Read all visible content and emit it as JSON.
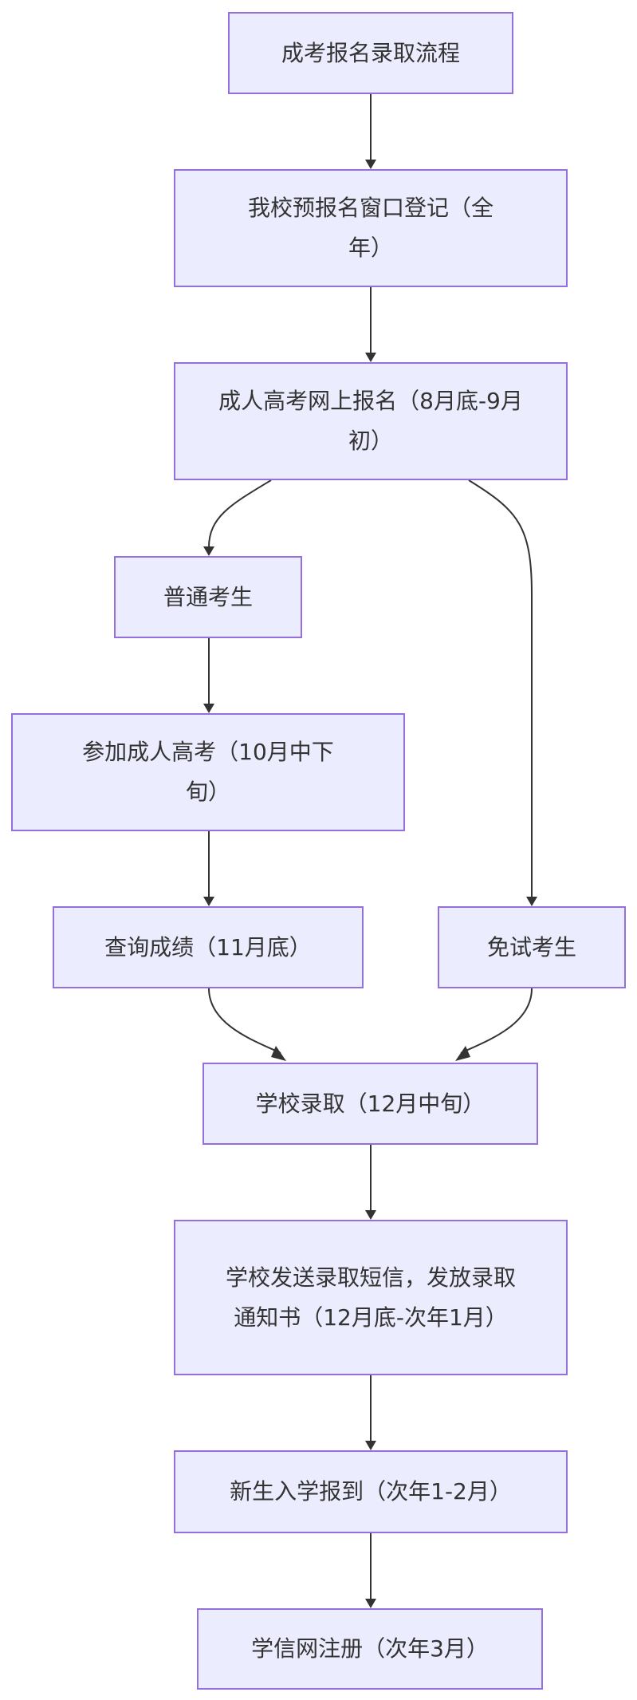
{
  "flowchart": {
    "nodes": {
      "start": "成考报名录取流程",
      "pre_register": "我校预报名窗口登记（全年）",
      "online_register": "成人高考网上报名（8月底-9月初）",
      "regular": "普通考生",
      "exam": "参加成人高考（10月中下旬）",
      "score": "查询成绩（11月底）",
      "exempt": "免试考生",
      "admission": "学校录取（12月中旬）",
      "notice": "学校发送录取短信，发放录取通知书（12月底-次年1月）",
      "enroll": "新生入学报到（次年1-2月）",
      "xuexin": "学信网注册（次年3月）"
    }
  }
}
